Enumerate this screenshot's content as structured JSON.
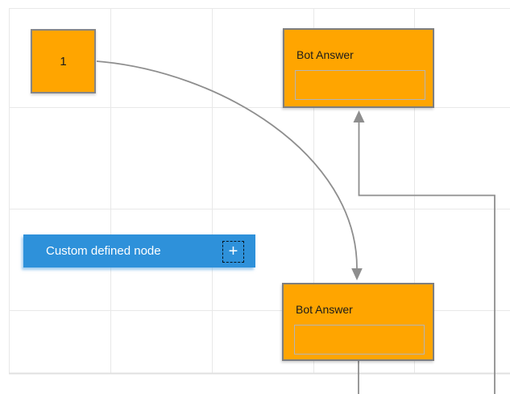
{
  "diagram": {
    "nodes": {
      "start_node": {
        "label": "1"
      },
      "bot_answer_top": {
        "title": "Bot Answer"
      },
      "bot_answer_bottom": {
        "title": "Bot Answer"
      },
      "custom_node": {
        "label": "Custom defined node",
        "add_button": "+"
      }
    },
    "colors": {
      "node_orange": "#FFA500",
      "node_border_gray": "#7E7E7E",
      "custom_node_blue": "#2E91DA",
      "connector_gray": "#8E8E8E",
      "grid_line": "#E8E8E8",
      "canvas_edge": "#E0E0E0"
    }
  }
}
